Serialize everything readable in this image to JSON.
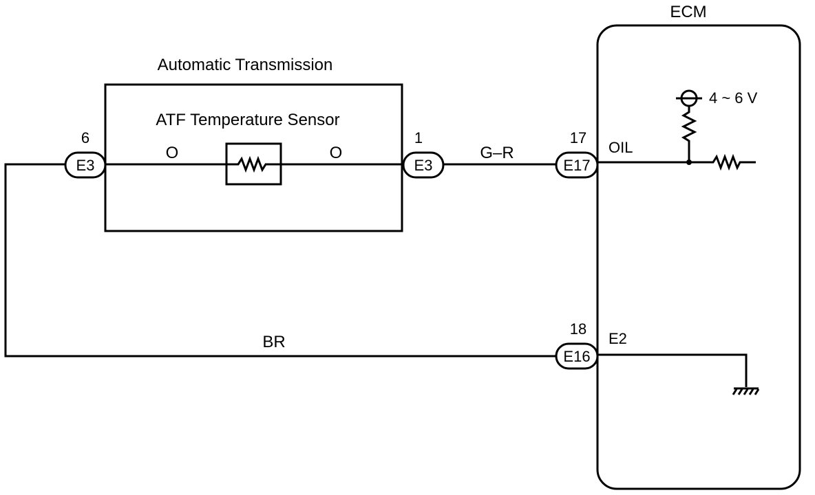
{
  "ecm": {
    "title": "ECM",
    "voltage": "4 ~ 6 V",
    "terminal_oil": "OIL",
    "terminal_e2": "E2"
  },
  "transmission": {
    "title": "Automatic Transmission",
    "sensor_title": "ATF Temperature Sensor",
    "wire_left": "O",
    "wire_right": "O"
  },
  "connectors": {
    "left": {
      "label": "E3",
      "pin": "6"
    },
    "right": {
      "label": "E3",
      "pin": "1"
    },
    "ecm_oil": {
      "label": "E17",
      "pin": "17"
    },
    "ecm_e2": {
      "label": "E16",
      "pin": "18"
    }
  },
  "wires": {
    "signal": "G–R",
    "ground": "BR"
  },
  "colors": {
    "line": "#000000",
    "background": "#ffffff"
  }
}
